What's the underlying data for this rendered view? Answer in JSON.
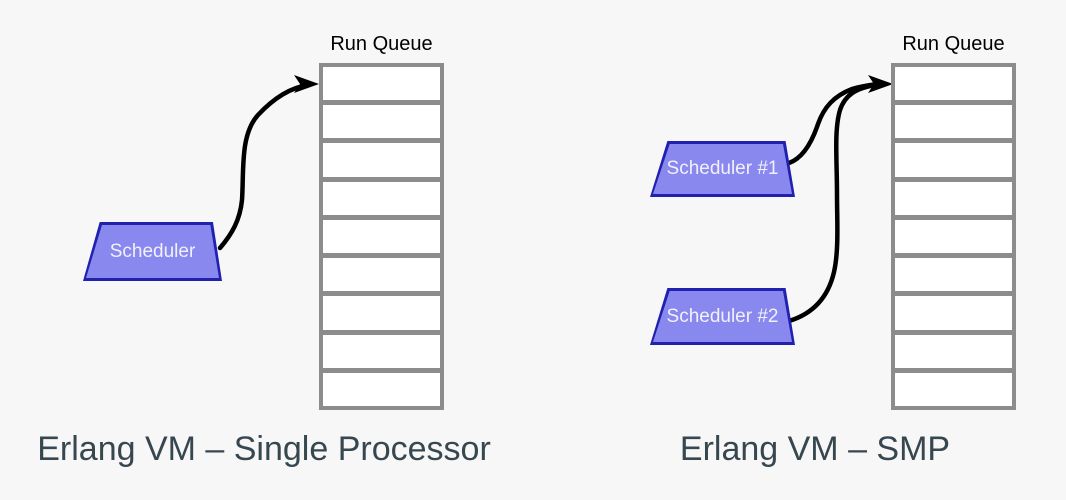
{
  "colors": {
    "background": "#f7f7f8",
    "queue_border": "#8c8c8c",
    "trapezoid_fill": "#8888ee",
    "trapezoid_border": "#2121b0",
    "trapezoid_text": "#f2f0fb",
    "caption": "#37474f",
    "label": "#000000",
    "arrow": "#000000"
  },
  "left_diagram": {
    "queue_label": "Run Queue",
    "queue_cells": 9,
    "scheduler_label": "Scheduler",
    "caption": "Erlang VM – Single Processor"
  },
  "right_diagram": {
    "queue_label": "Run Queue",
    "queue_cells": 9,
    "scheduler1_label": "Scheduler #1",
    "scheduler2_label": "Scheduler #2",
    "caption": "Erlang VM – SMP"
  }
}
